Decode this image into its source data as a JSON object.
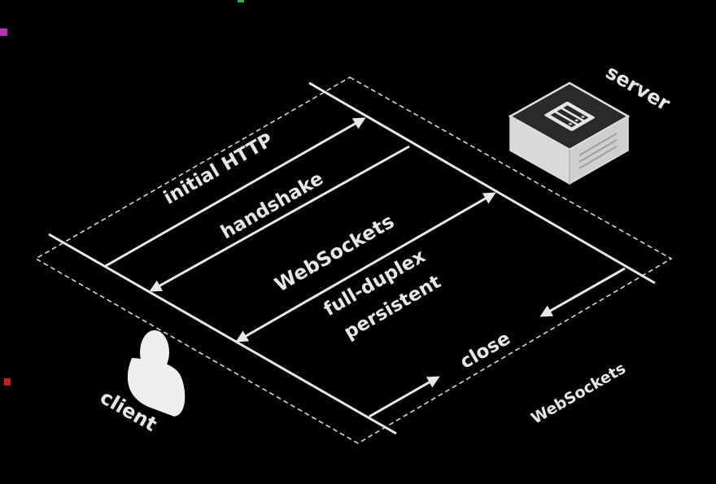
{
  "diagram": {
    "labels": {
      "server": "server",
      "client": "client",
      "initial_http": "initial HTTP",
      "handshake": "handshake",
      "websockets_title": "WebSockets",
      "full_duplex": "full-duplex",
      "persistent": "persistent",
      "close": "close",
      "footer": "WebSockets"
    },
    "icons": {
      "server": "server-box-icon",
      "client": "person-icon"
    },
    "colors": {
      "background": "#000000",
      "lines": "#e8e8e8",
      "text": "#e6e6e6",
      "server_box": "#d9d9d9",
      "server_box_dark": "#2a2a2a"
    }
  }
}
